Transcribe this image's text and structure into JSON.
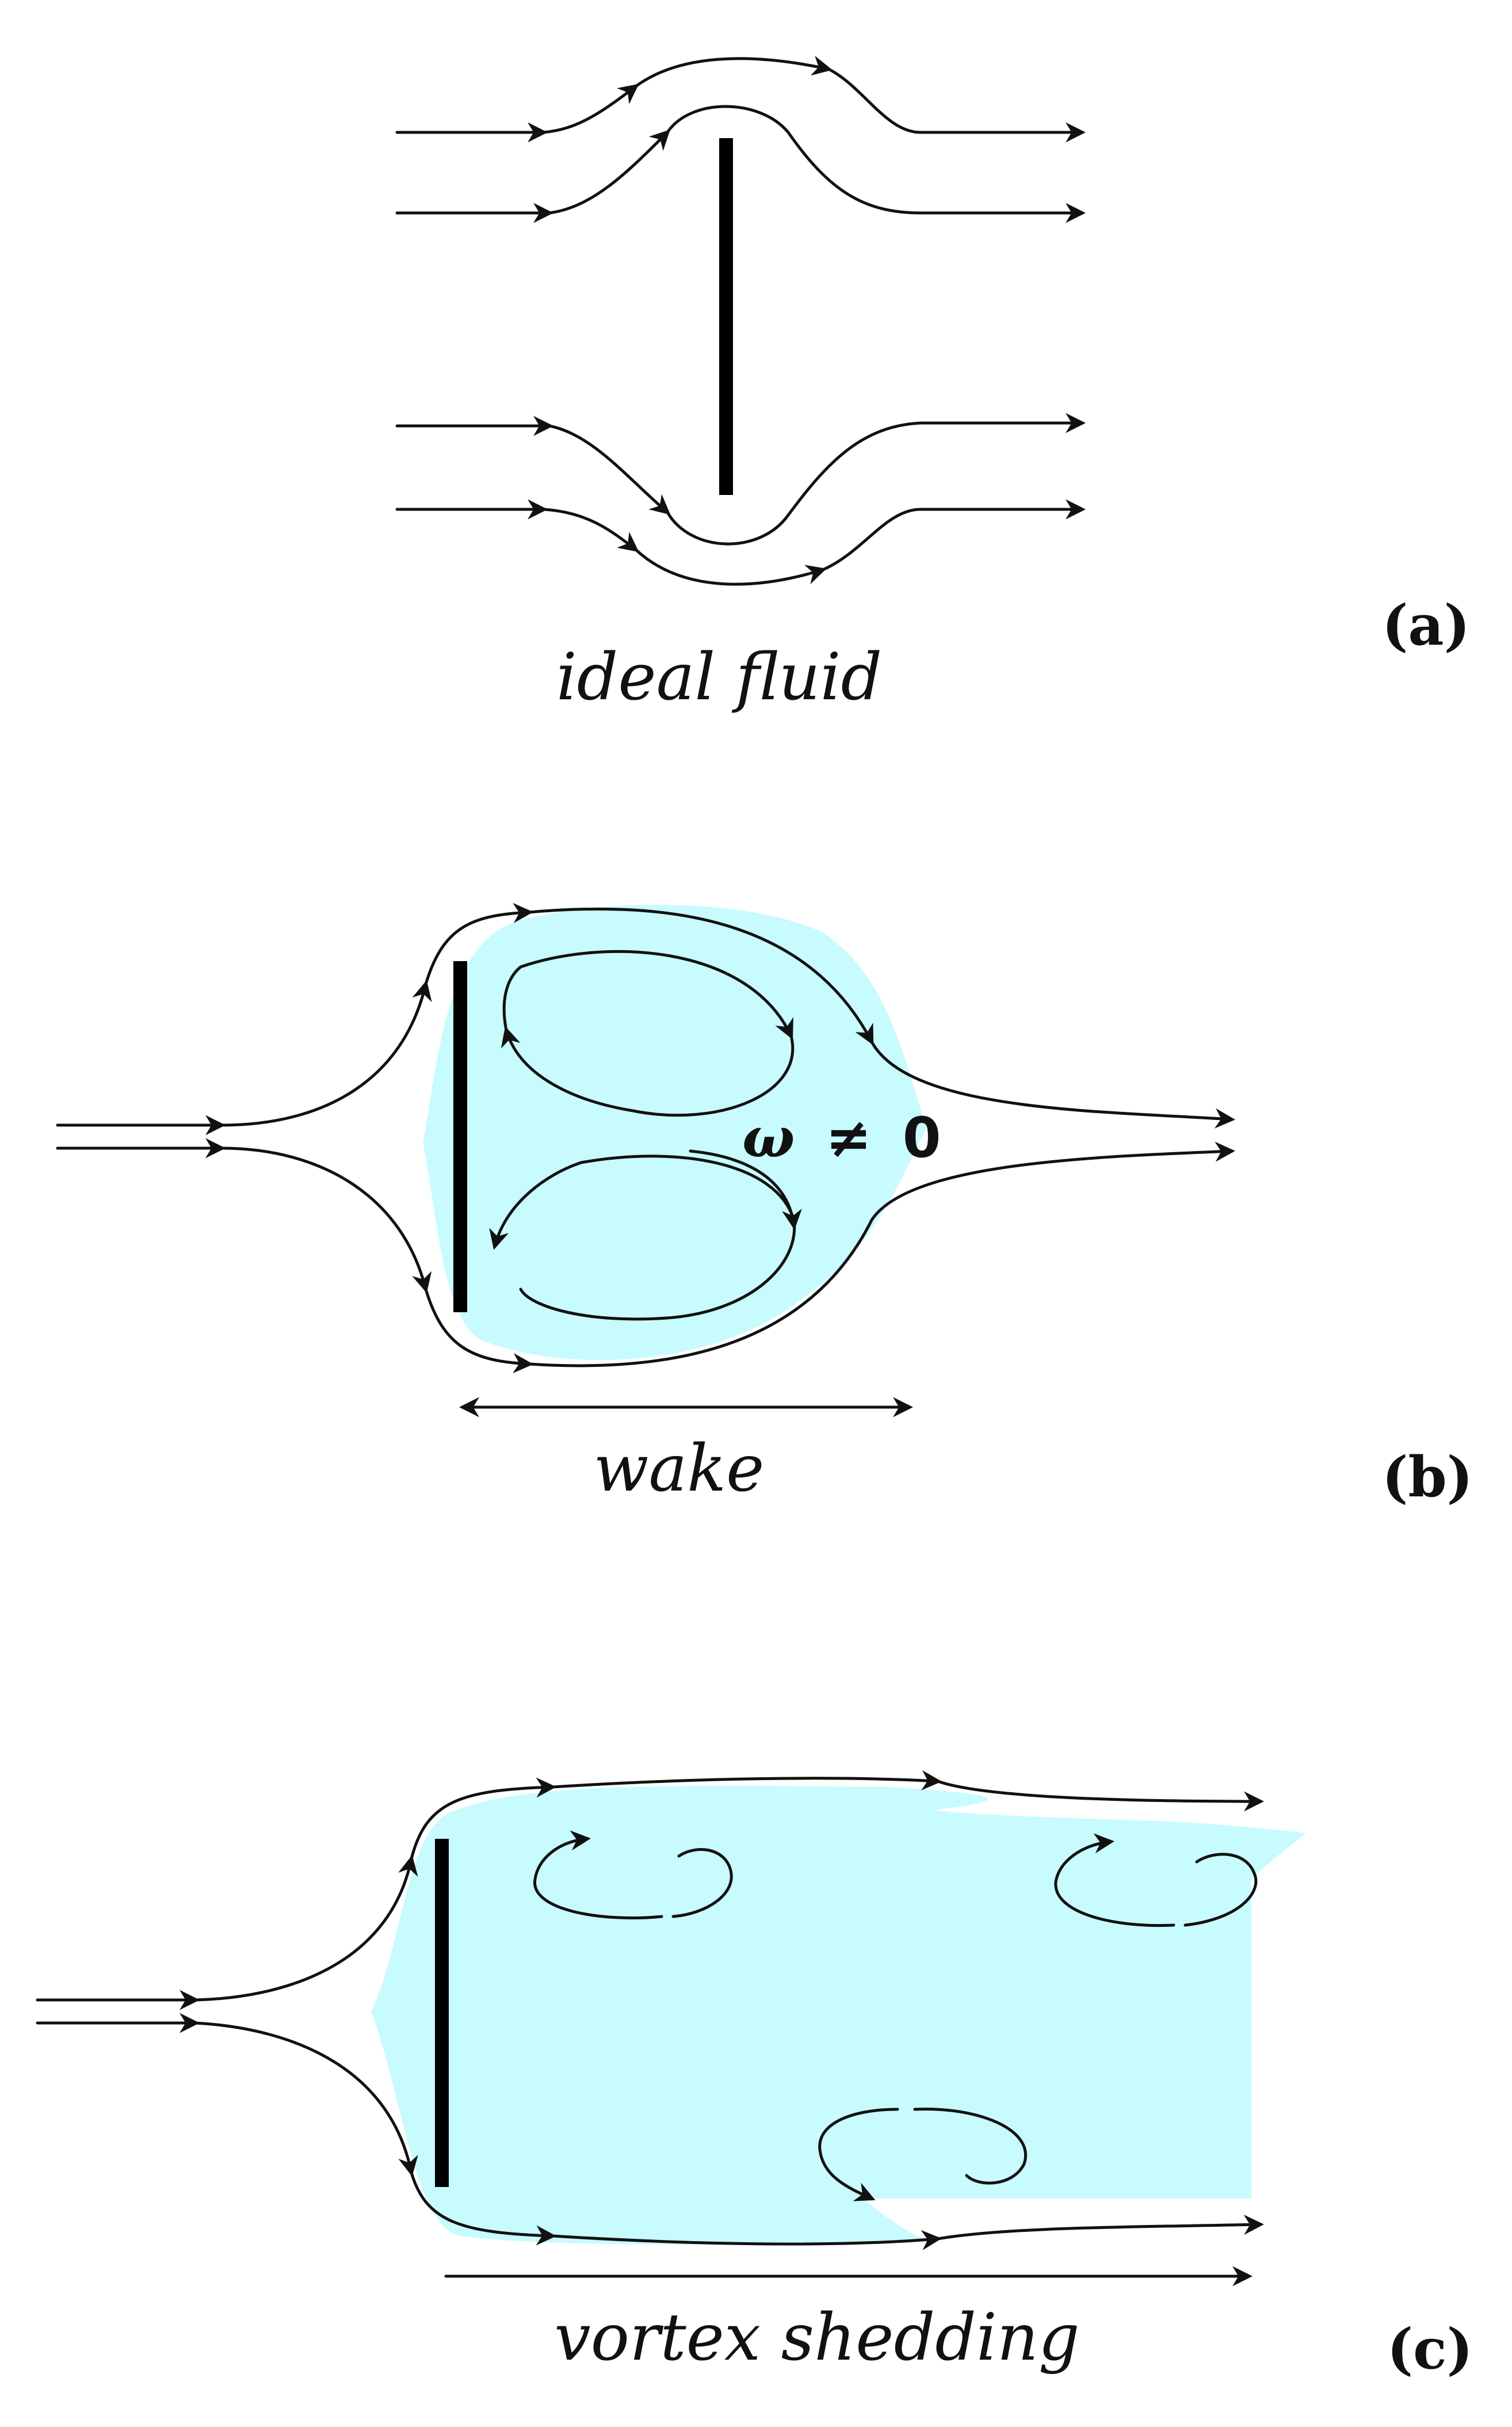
{
  "panels": [
    {
      "id": "a",
      "label": "(a)",
      "caption": "ideal fluid"
    },
    {
      "id": "b",
      "label": "(b)",
      "caption": "wake",
      "annotation": {
        "symbol": "ω",
        "relation": "≠",
        "value": "0"
      }
    },
    {
      "id": "c",
      "label": "(c)",
      "caption": "vortex shedding"
    }
  ],
  "colors": {
    "wake_fill": "#c8fbfe",
    "streamline": "#111111",
    "plate": "#000000",
    "background": "#ffffff"
  },
  "icons": [
    "arrowhead",
    "flat-plate",
    "vortex-loop"
  ]
}
